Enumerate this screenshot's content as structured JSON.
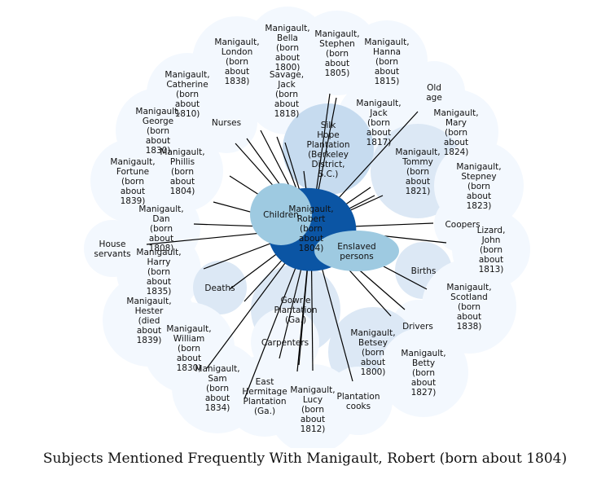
{
  "caption": "Subjects Mentioned Frequently With Manigault, Robert (born about 1804)",
  "colors": {
    "pale": "#f3f8fe",
    "light": "#dce8f5",
    "mid": "#c6dbef",
    "sky": "#9ecae1",
    "dark": "#0b55a4",
    "edge": "#000000"
  },
  "center": {
    "id": "robert",
    "label": [
      "Manigault,",
      "Robert",
      "(born",
      "about",
      "1804)"
    ]
  },
  "nodes": [
    {
      "id": "bella",
      "label": [
        "Manigault,",
        "Bella",
        "(born",
        "about",
        "1800)"
      ]
    },
    {
      "id": "london",
      "label": [
        "Manigault,",
        "London",
        "(born",
        "about",
        "1838)"
      ]
    },
    {
      "id": "stephen",
      "label": [
        "Manigault,",
        "Stephen",
        "(born",
        "about",
        "1805)"
      ]
    },
    {
      "id": "hanna",
      "label": [
        "Manigault,",
        "Hanna",
        "(born",
        "about",
        "1815)"
      ]
    },
    {
      "id": "catherine",
      "label": [
        "Manigault,",
        "Catherine",
        "(born",
        "about",
        "1810)"
      ]
    },
    {
      "id": "savage",
      "label": [
        "Savage,",
        "Jack",
        "(born",
        "about",
        "1818)"
      ]
    },
    {
      "id": "oldage",
      "label": [
        "Old",
        "age"
      ]
    },
    {
      "id": "jack",
      "label": [
        "Manigault,",
        "Jack",
        "(born",
        "about",
        "1817)"
      ]
    },
    {
      "id": "nurses",
      "label": [
        "Nurses"
      ]
    },
    {
      "id": "george",
      "label": [
        "Manigault,",
        "George",
        "(born",
        "about",
        "1830)"
      ]
    },
    {
      "id": "silkhope",
      "label": [
        "Silk",
        "Hope",
        "Plantation",
        "(Berkeley",
        "District,",
        "S.C.)"
      ]
    },
    {
      "id": "mary",
      "label": [
        "Manigault,",
        "Mary",
        "(born",
        "about",
        "1824)"
      ]
    },
    {
      "id": "fortune",
      "label": [
        "Manigault,",
        "Fortune",
        "(born",
        "about",
        "1839)"
      ]
    },
    {
      "id": "phillis",
      "label": [
        "Manigault,",
        "Phillis",
        "(born",
        "about",
        "1804)"
      ]
    },
    {
      "id": "tommy",
      "label": [
        "Manigault,",
        "Tommy",
        "(born",
        "about",
        "1821)"
      ]
    },
    {
      "id": "stepney",
      "label": [
        "Manigault,",
        "Stepney",
        "(born",
        "about",
        "1823)"
      ]
    },
    {
      "id": "children",
      "label": [
        "Children"
      ]
    },
    {
      "id": "cooper",
      "label": [
        "Coopers"
      ]
    },
    {
      "id": "dan",
      "label": [
        "Manigault,",
        "Dan",
        "(born",
        "about",
        "1808)"
      ]
    },
    {
      "id": "lizard",
      "label": [
        "Lizard,",
        "John",
        "(born",
        "about",
        "1813)"
      ]
    },
    {
      "id": "housesvc",
      "label": [
        "House",
        "servants"
      ]
    },
    {
      "id": "enslaved",
      "label": [
        "Enslaved",
        "persons"
      ]
    },
    {
      "id": "harry",
      "label": [
        "Manigault,",
        "Harry",
        "(born",
        "about",
        "1835)"
      ]
    },
    {
      "id": "births",
      "label": [
        "Births"
      ]
    },
    {
      "id": "deaths",
      "label": [
        "Deaths"
      ]
    },
    {
      "id": "scotland",
      "label": [
        "Manigault,",
        "Scotland",
        "(born",
        "about",
        "1838)"
      ]
    },
    {
      "id": "hester",
      "label": [
        "Manigault,",
        "Hester",
        "(died",
        "about",
        "1839)"
      ]
    },
    {
      "id": "gowrie",
      "label": [
        "Gowrie",
        "Plantation",
        "(Ga.)"
      ]
    },
    {
      "id": "william",
      "label": [
        "Manigault,",
        "William",
        "(born",
        "about",
        "1830)"
      ]
    },
    {
      "id": "drivers",
      "label": [
        "Drivers"
      ]
    },
    {
      "id": "betsey",
      "label": [
        "Manigault,",
        "Betsey",
        "(born",
        "about",
        "1800)"
      ]
    },
    {
      "id": "carpenters",
      "label": [
        "Carpenters"
      ]
    },
    {
      "id": "betty",
      "label": [
        "Manigault,",
        "Betty",
        "(born",
        "about",
        "1827)"
      ]
    },
    {
      "id": "sam",
      "label": [
        "Manigault,",
        "Sam",
        "(born",
        "about",
        "1834)"
      ]
    },
    {
      "id": "eastherm",
      "label": [
        "East",
        "Hermitage",
        "Plantation",
        "(Ga.)"
      ]
    },
    {
      "id": "lucy",
      "label": [
        "Manigault,",
        "Lucy",
        "(born",
        "about",
        "1812)"
      ]
    },
    {
      "id": "cooks",
      "label": [
        "Plantation",
        "cooks"
      ]
    }
  ]
}
